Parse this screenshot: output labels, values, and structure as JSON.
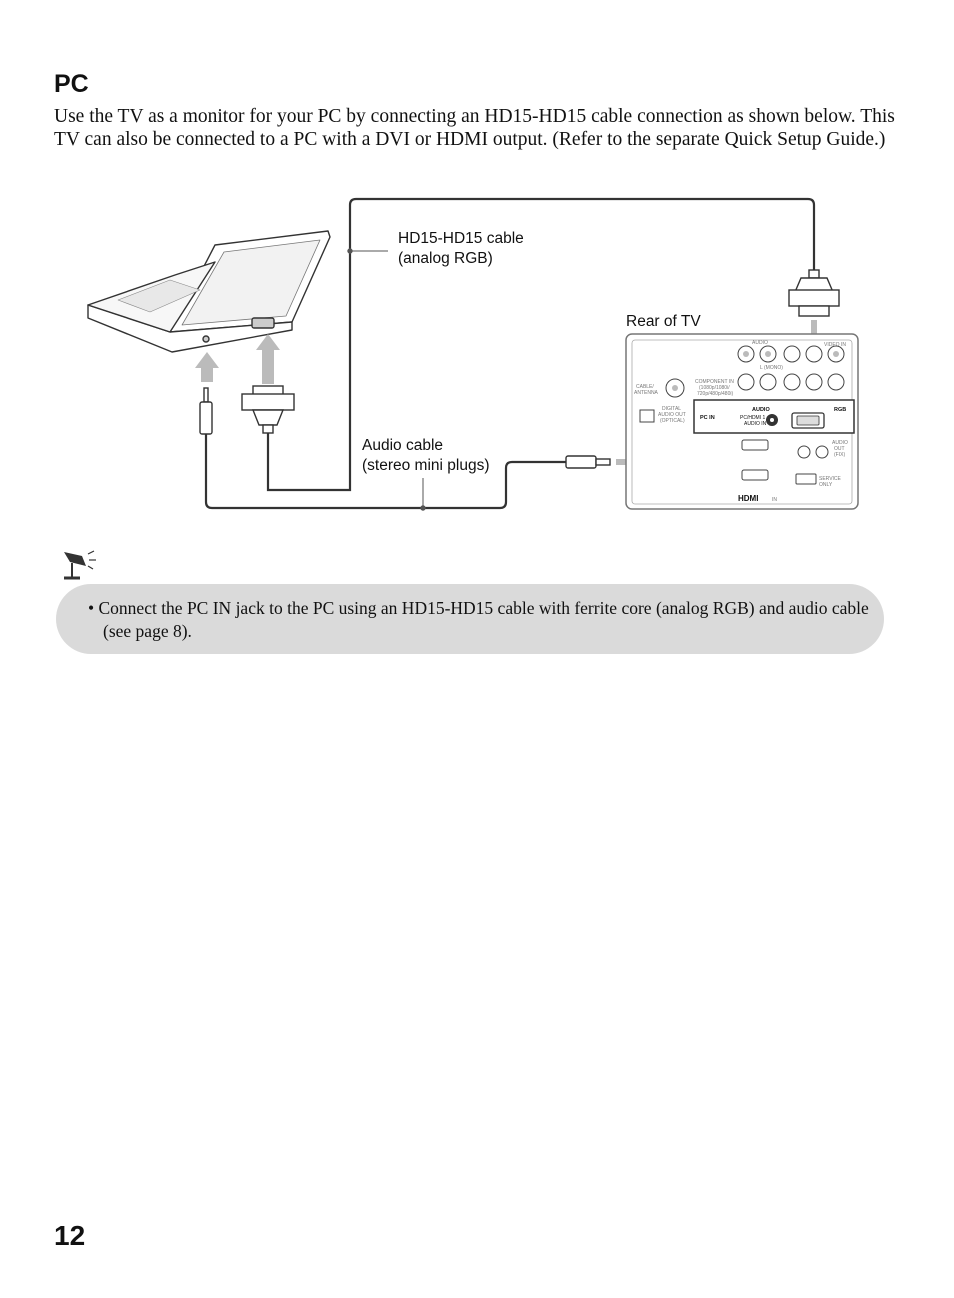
{
  "heading": "PC",
  "intro": "Use the TV as a monitor for your PC by connecting an HD15-HD15 cable connection as shown below. This TV can also be connected to a PC with a DVI or HDMI output. (Refer to the separate Quick Setup Guide.)",
  "diagram": {
    "hd15_label_line1": "HD15-HD15 cable",
    "hd15_label_line2": "(analog RGB)",
    "rear_label": "Rear of TV",
    "audio_label_line1": "Audio cable",
    "audio_label_line2": "(stereo mini plugs)",
    "panel": {
      "video_in": "VIDEO IN",
      "audio": "AUDIO",
      "mono": "L (MONO)",
      "cable_antenna_1": "CABLE/",
      "cable_antenna_2": "ANTENNA",
      "component_in": "COMPONENT IN",
      "component_res_1": "(1080p/1080i/",
      "component_res_2": "720p/480p/480i)",
      "digital_audio_1": "DIGITAL",
      "digital_audio_2": "AUDIO OUT",
      "digital_audio_3": "(OPTICAL)",
      "pc_in": "PC IN",
      "pc_audio": "AUDIO",
      "pc_hdmi_1": "PC/HDMI 1",
      "pc_hdmi_2": "AUDIO IN",
      "rgb": "RGB",
      "audio_out_1": "AUDIO",
      "audio_out_2": "OUT",
      "audio_out_3": "(FIX)",
      "service_1": "SERVICE",
      "service_2": "ONLY",
      "hdmi_logo": "HDMI",
      "hdmi_in": "IN"
    }
  },
  "note": "• Connect the PC IN jack to the PC using an HD15-HD15 cable with ferrite core (analog RGB) and audio cable (see page 8).",
  "page_number": "12"
}
